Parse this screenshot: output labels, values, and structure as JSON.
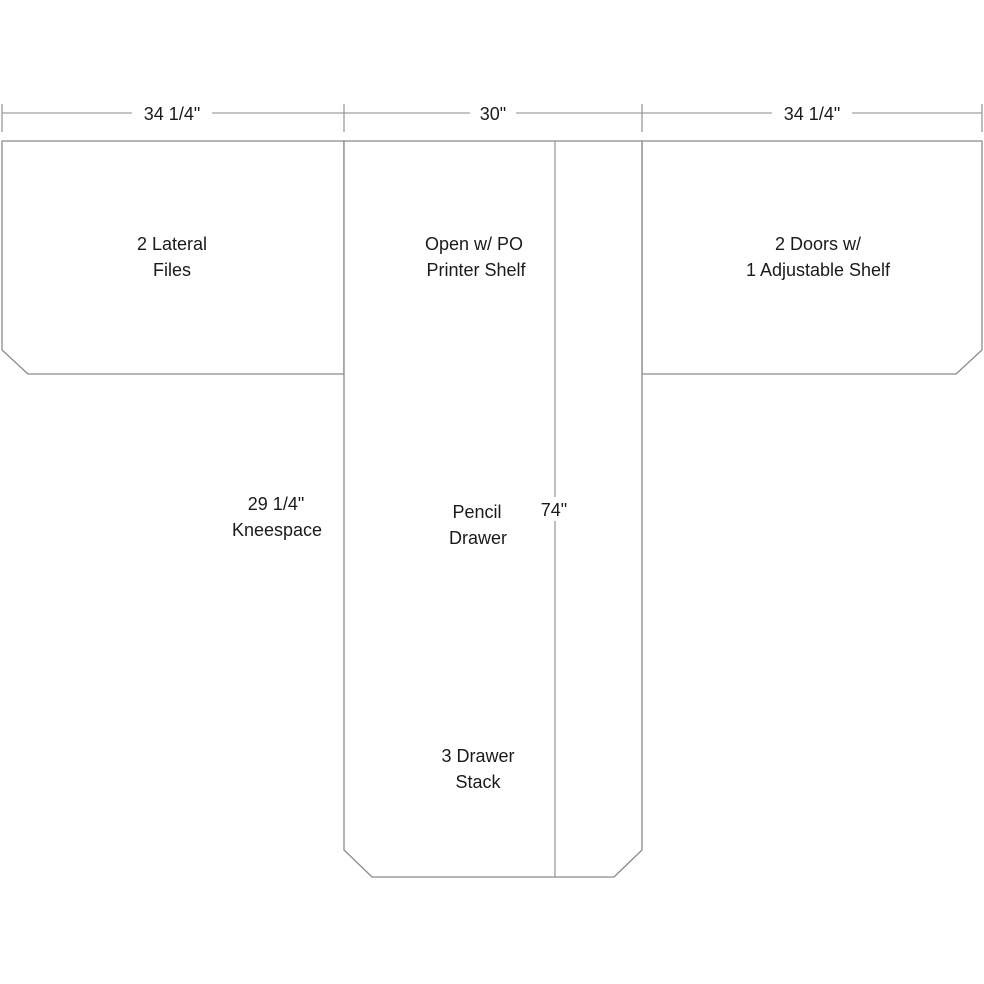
{
  "dimensions": {
    "left_width": "34 1/4\"",
    "center_width": "30\"",
    "right_width": "34 1/4\"",
    "center_length": "74\"",
    "kneespace_width": "29 1/4\""
  },
  "left_unit": {
    "line1": "2 Lateral",
    "line2": "Files"
  },
  "right_unit": {
    "line1": "2 Doors w/",
    "line2": "1 Adjustable Shelf"
  },
  "center_top": {
    "line1": "Open w/ PO",
    "line2": "Printer Shelf"
  },
  "center_middle": {
    "line1": "Pencil",
    "line2": "Drawer"
  },
  "center_bottom": {
    "line1": "3 Drawer",
    "line2": "Stack"
  },
  "kneespace": {
    "line2": "Kneespace"
  },
  "colors": {
    "line": "#8a8a8a",
    "text": "#1a1a1a",
    "background": "#ffffff"
  }
}
